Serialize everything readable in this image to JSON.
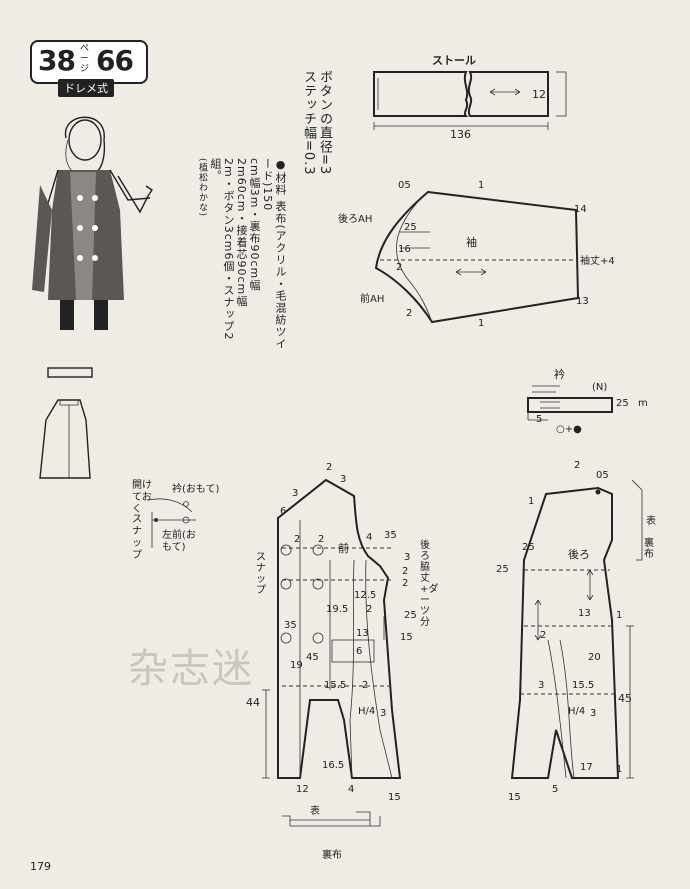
{
  "badge": {
    "page_num": "38",
    "page_unit": "ページ",
    "pattern_num": "66",
    "method": "ドレメ式"
  },
  "materials": {
    "lines": [
      "●材料 表布(アクリル・毛混紡ツイード)150",
      "cm幅3m・裏布90cm幅2m60cm・接着芯90cm幅",
      "2m・ボタン3cm6個・スナップ2組。"
    ],
    "designer": "(植松わかな)"
  },
  "button_note": [
    "ボタンの直径=3",
    "ステッチ幅=0.3"
  ],
  "stole": {
    "title": "ストール",
    "width": "12",
    "length": "136"
  },
  "sleeve": {
    "name": "袖",
    "back_ah": "後ろAH",
    "front_ah": "前AH",
    "cuff": "袖丈+4",
    "n_05": "05",
    "n_1a": "1",
    "n_14": "14",
    "n_25": "25",
    "n_16": "16",
    "n_2a": "2",
    "n_2b": "2",
    "n_1b": "1",
    "n_13": "13"
  },
  "collar": {
    "title": "衿",
    "seam": "(N)",
    "width": "25",
    "unit": "m",
    "n_5": "5",
    "formula": "○+●"
  },
  "snap_detail": {
    "open_note": "開けておく",
    "collar_side": "衿(おもて)",
    "snap": "スナップ",
    "left_front": "左前(おもて)"
  },
  "front": {
    "name": "前",
    "snap": "スナップ",
    "n_2": "2",
    "n_3a": "3",
    "n_3b": "3",
    "n_6": "6",
    "n_2b": "2",
    "n_2c": "2",
    "n_4": "4",
    "n_35a": "35",
    "n_3c": "3",
    "n_2d": "2",
    "n_2e": "2",
    "n_125": "12.5",
    "n_195": "19.5",
    "n_2f": "2",
    "n_25": "25",
    "n_15a": "15",
    "n_35b": "35",
    "n_13": "13",
    "n_19": "19",
    "n_45": "45",
    "n_6b": "6",
    "n_155": "15.5",
    "n_2g": "2",
    "n_h4": "H/4",
    "n_3d": "3",
    "n_44": "44",
    "n_165": "16.5",
    "n_12": "12",
    "n_4b": "4",
    "n_15b": "15",
    "back_side_note": "後ろ脇丈+ダーツ分"
  },
  "back": {
    "name": "後ろ",
    "n_2": "2",
    "n_05": "05",
    "n_1a": "1",
    "n_25a": "25",
    "n_25b": "25",
    "n_13": "13",
    "n_1b": "1",
    "n_2b": "2",
    "n_20": "20",
    "n_3": "3",
    "n_155": "15.5",
    "n_h4": "H/4",
    "n_3b": "3",
    "n_45": "45",
    "n_17": "17",
    "n_1c": "1",
    "n_5": "5",
    "n_15": "15",
    "omote": "表",
    "ura": "裏布"
  },
  "bottom_detail": {
    "omote": "表",
    "ura": "裏布"
  },
  "watermark": "杂志迷",
  "page_number": "179"
}
